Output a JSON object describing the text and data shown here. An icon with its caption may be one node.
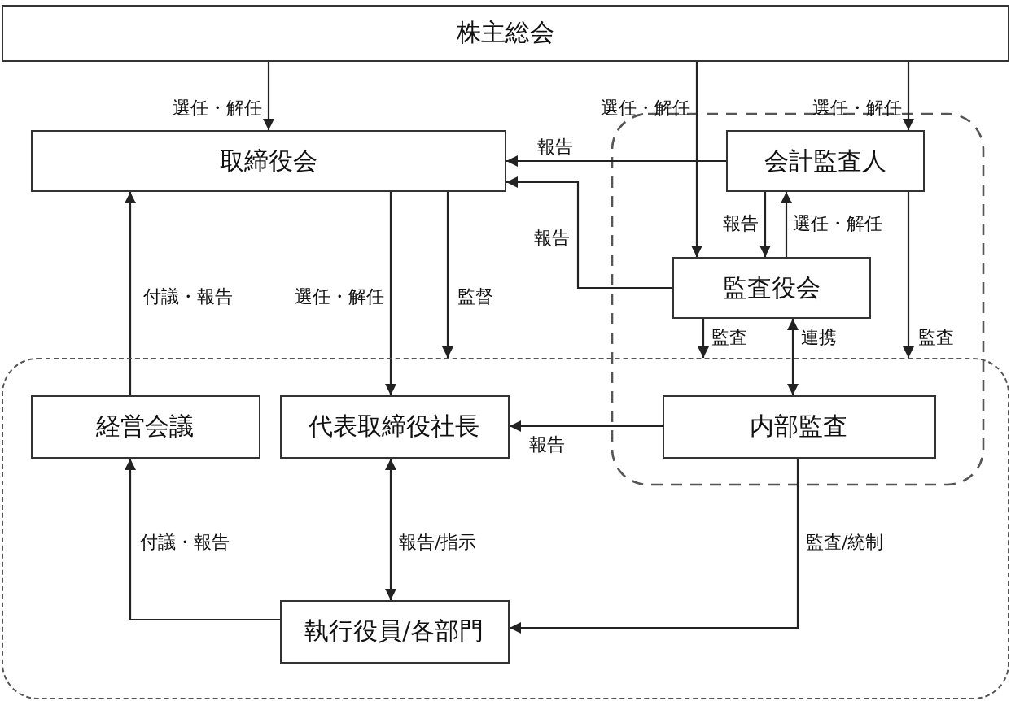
{
  "diagram": {
    "nodes": [
      {
        "text": [
          "株主総会"
        ]
      },
      {
        "text": [
          "取締役会"
        ]
      },
      {
        "text": [
          "会計監査人"
        ]
      },
      {
        "text": [
          "監査役会"
        ]
      },
      {
        "text": [],
        "shape": "box"
      },
      {
        "text": [
          "経営会議"
        ],
        "in": 4
      },
      {
        "text": [
          "代表取締役社長"
        ],
        "in": 4
      },
      {
        "text": [
          "内部監査"
        ],
        "in": 4
      },
      {
        "text": [
          "執行役員/各部門"
        ],
        "in": 4
      }
    ],
    "edges": [
      {
        "from": 0,
        "to": 1,
        "arrow": "to",
        "label": "選任・解任"
      },
      {
        "from": 0,
        "to": 3,
        "arrow": "to",
        "label": "選任・解任"
      },
      {
        "from": 0,
        "to": 2,
        "arrow": "to",
        "label": "選任・解任"
      },
      {
        "from": 2,
        "to": 1,
        "arrow": "to",
        "label": "報告"
      },
      {
        "from": 3,
        "to": 1,
        "arrow": "to",
        "label": "報告"
      },
      {
        "from": 2,
        "to": 3,
        "arrow": "to",
        "label": "報告"
      },
      {
        "from": 3,
        "to": 2,
        "arrow": "to",
        "label": "選任・解任"
      },
      {
        "from": 1,
        "to": 6,
        "arrow": "to",
        "label": "選任・解任"
      },
      {
        "from": 1,
        "to": 4,
        "arrow": "to",
        "label": "監督"
      },
      {
        "from": 5,
        "to": 1,
        "arrow": "to",
        "label": "付議・報告"
      },
      {
        "from": 3,
        "to": 4,
        "arrow": "to",
        "label": "監査"
      },
      {
        "from": 3,
        "to": 7,
        "arrow": "both",
        "label": "連携"
      },
      {
        "from": 2,
        "to": 4,
        "arrow": "to",
        "label": "監査"
      },
      {
        "from": 7,
        "to": 6,
        "arrow": "to",
        "label": "報告"
      },
      {
        "from": 6,
        "to": 8,
        "arrow": "both",
        "label": "報告/指示"
      },
      {
        "from": 8,
        "to": 5,
        "arrow": "to",
        "label": "付議・報告"
      },
      {
        "from": 7,
        "to": 8,
        "arrow": "to",
        "label": "監査/統制"
      }
    ]
  }
}
